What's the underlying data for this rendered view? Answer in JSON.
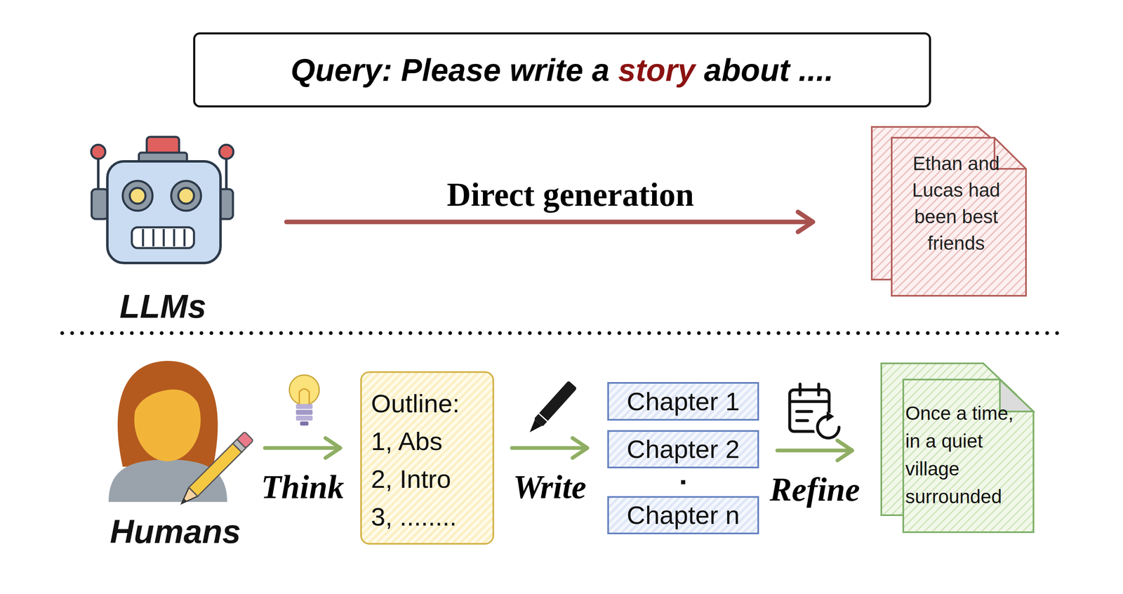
{
  "diagram": {
    "nodes": [
      {
        "text": [
          "Query: Please write a story about ...."
        ]
      },
      {
        "text": [
          "LLMs"
        ]
      },
      {
        "text": [
          "Ethan and Lucas had been best friends"
        ]
      },
      {
        "text": [
          "Humans"
        ]
      },
      {
        "text": [
          "Outline:",
          "1, Abs",
          "2, Intro",
          "3, ........"
        ]
      },
      {
        "text": [
          "Chapter 1"
        ]
      },
      {
        "text": [
          "Chapter 2"
        ]
      },
      {
        "text": [
          "Chapter n"
        ]
      },
      {
        "text": [
          "Once a time, in a quiet village surrounded"
        ]
      }
    ],
    "edges": [
      {
        "from": 1,
        "to": 2,
        "arrow": "to",
        "label": "Direct generation"
      },
      {
        "from": 3,
        "to": 4,
        "arrow": "to",
        "label": "Think"
      },
      {
        "from": 4,
        "to": 6,
        "arrow": "to",
        "label": "Write"
      },
      {
        "from": 6,
        "to": 8,
        "arrow": "to",
        "label": "Refine"
      }
    ]
  }
}
